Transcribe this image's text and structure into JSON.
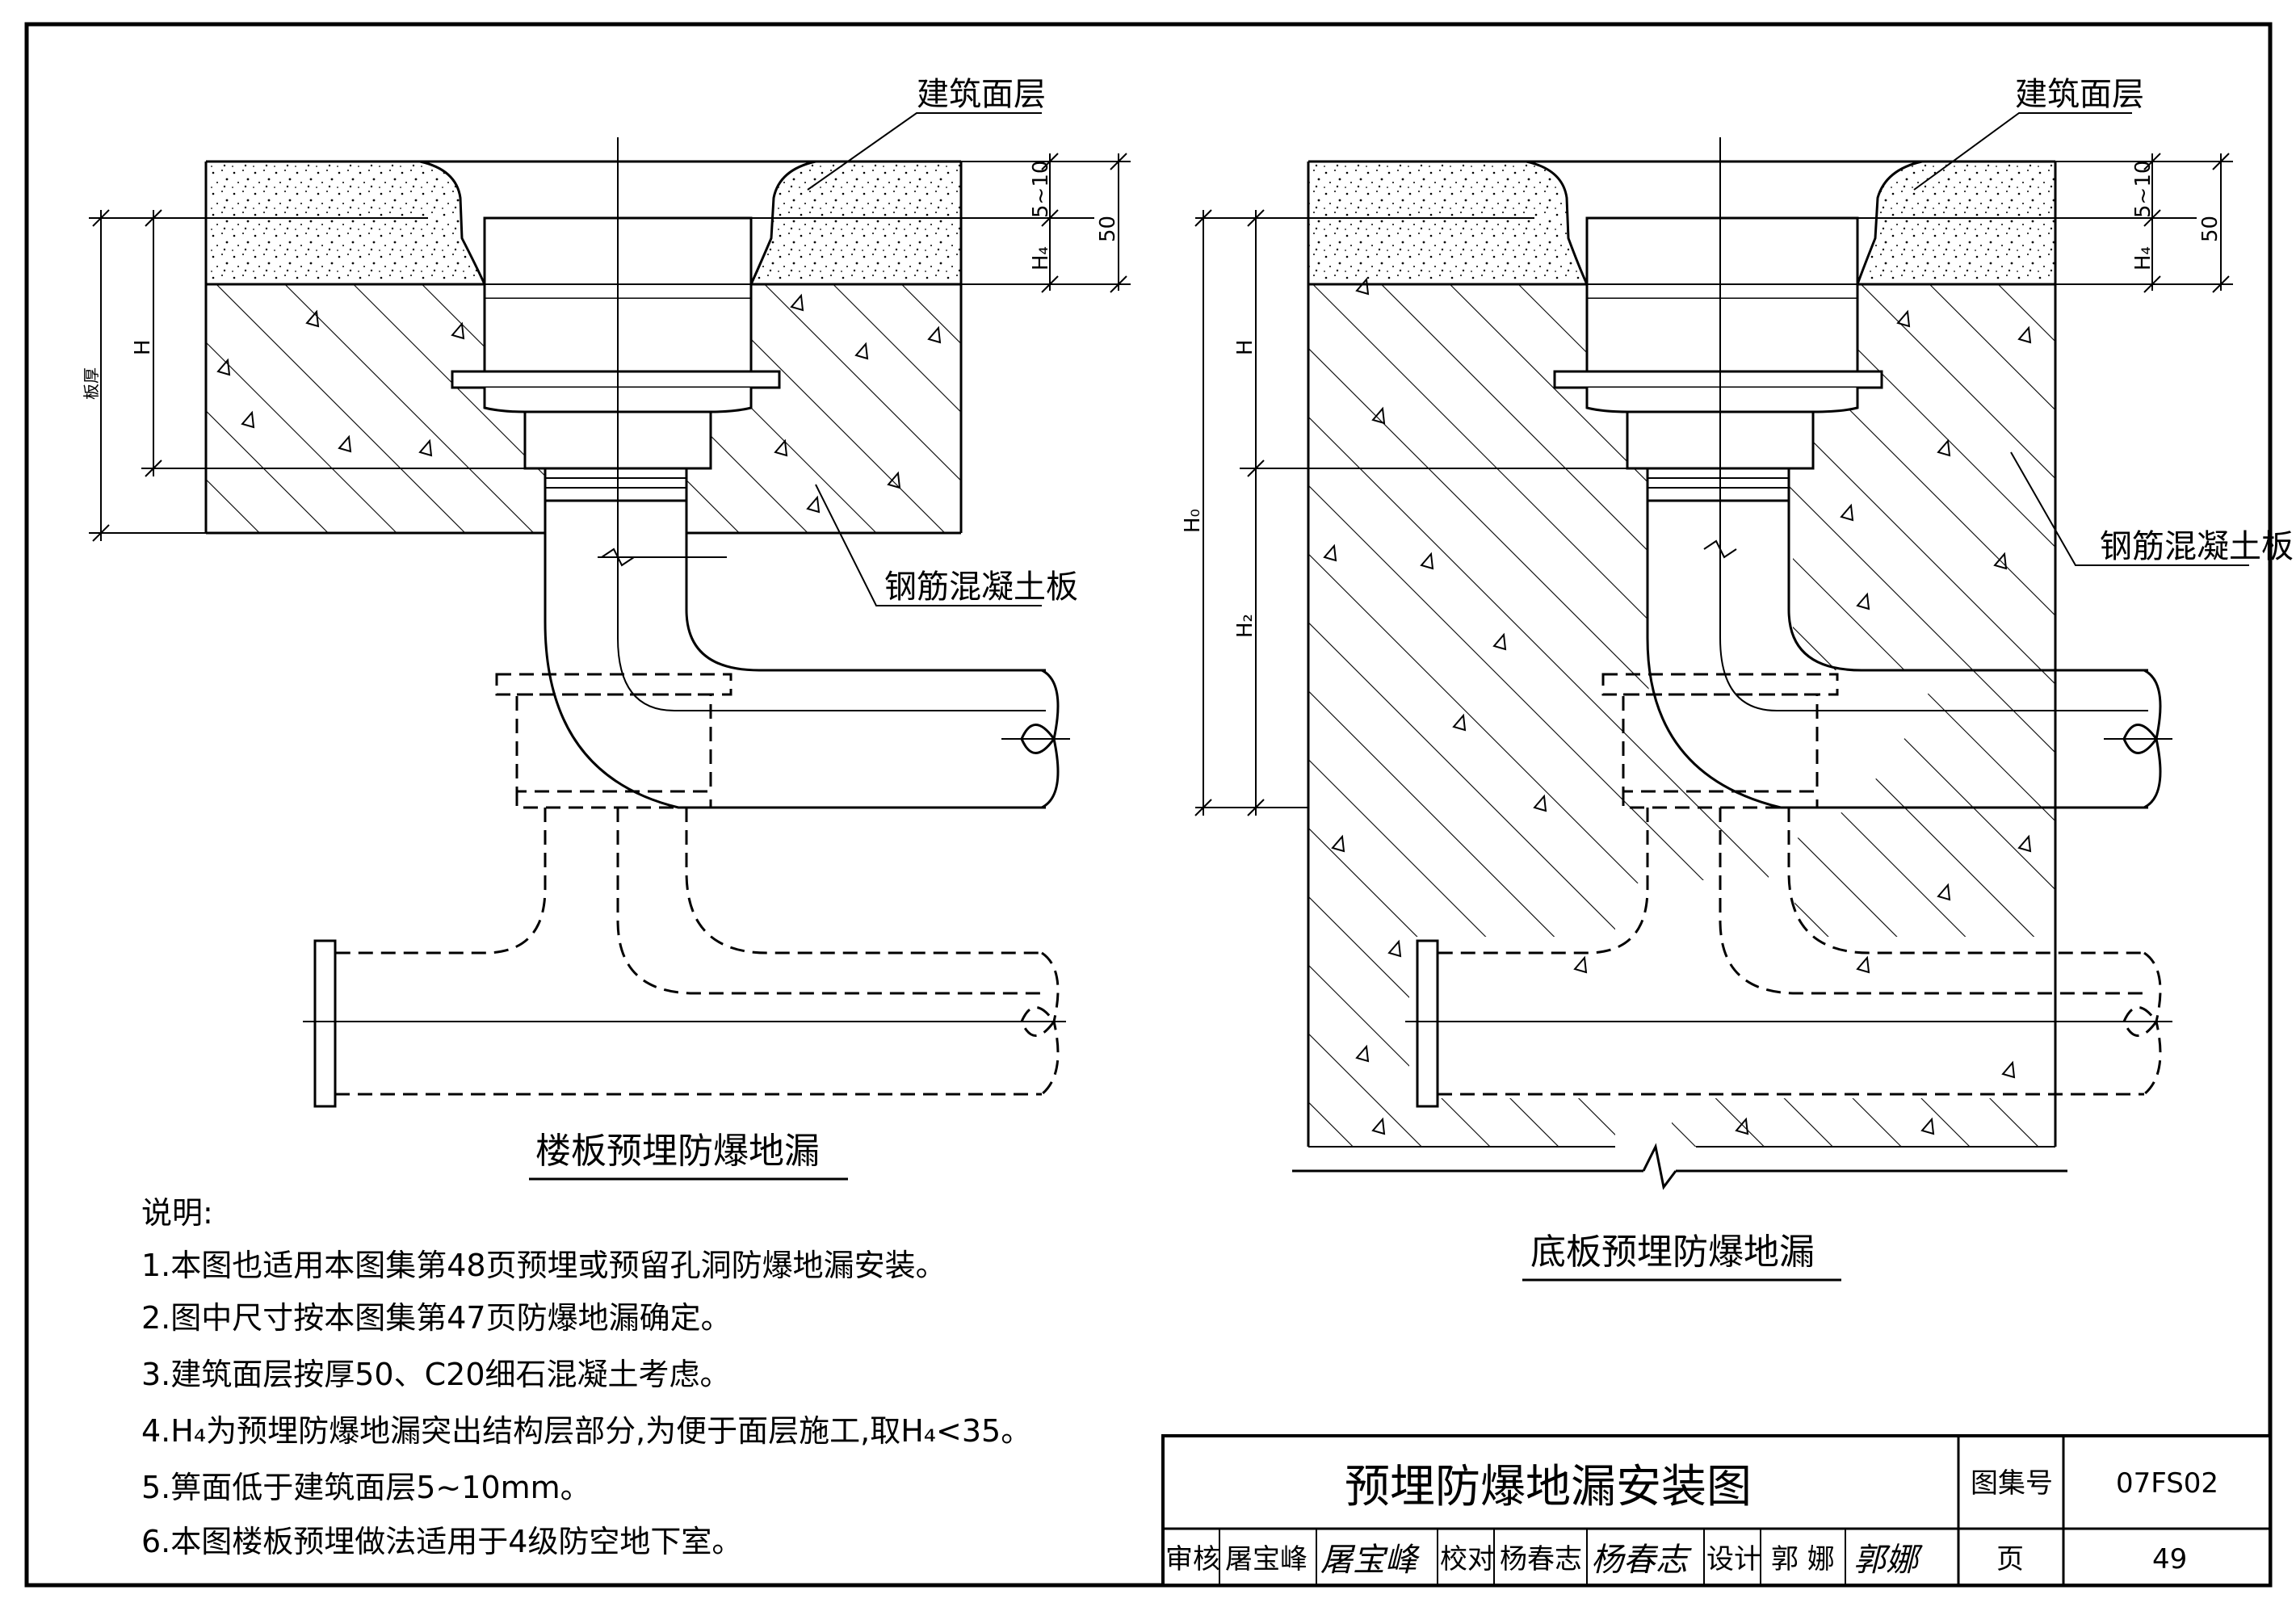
{
  "left_drawing": {
    "title": "楼板预埋防爆地漏",
    "label_surface": "建筑面层",
    "label_slab": "钢筋混凝土板",
    "dim_h4": "H₄",
    "dim_5_10": "5~10",
    "dim_50": "50",
    "dim_h": "H",
    "dim_board": "板厚"
  },
  "right_drawing": {
    "title": "底板预埋防爆地漏",
    "label_surface": "建筑面层",
    "label_slab": "钢筋混凝土板",
    "dim_h4": "H₄",
    "dim_5_10": "5~10",
    "dim_50": "50",
    "dim_h": "H",
    "dim_h0": "H₀",
    "dim_h2": "H₂"
  },
  "notes": {
    "heading": "说明:",
    "items": [
      "1.本图也适用本图集第48页预埋或预留孔洞防爆地漏安装。",
      "2.图中尺寸按本图集第47页防爆地漏确定。",
      "3.建筑面层按厚50、C20细石混凝土考虑。",
      "4.H₄为预埋防爆地漏突出结构层部分,为便于面层施工,取H₄<35。",
      "5.箅面低于建筑面层5~10mm。",
      "6.本图楼板预埋做法适用于4级防空地下室。"
    ]
  },
  "title_block": {
    "title": "预埋防爆地漏安装图",
    "atlas_label": "图集号",
    "atlas_no": "07FS02",
    "review_label": "审核",
    "review_name": "屠宝峰",
    "review_sign": "屠宝峰",
    "check_label": "校对",
    "check_name": "杨春志",
    "check_sign": "杨春志",
    "design_label": "设计",
    "design_name": "郭 娜",
    "design_sign": "郭娜",
    "page_label": "页",
    "page_no": "49"
  }
}
